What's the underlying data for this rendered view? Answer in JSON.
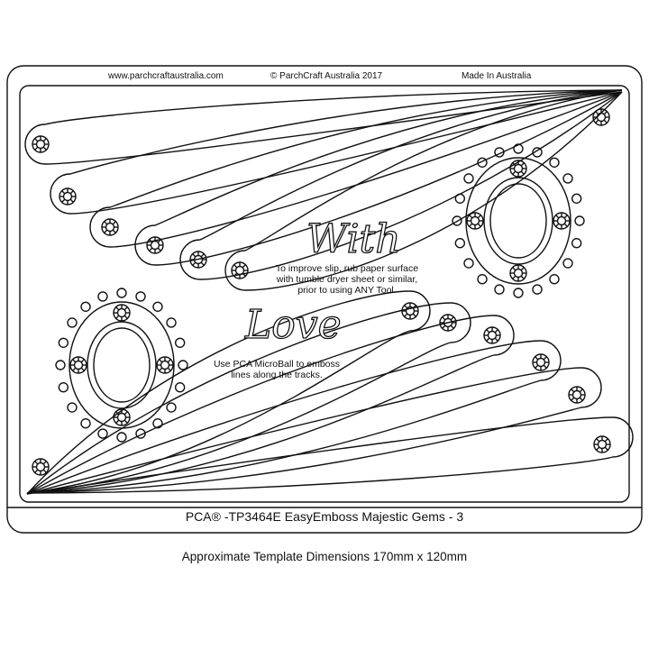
{
  "header": {
    "website": "www.parchcraftaustralia.com",
    "copyright": "© ParchCraft Australia 2017",
    "origin": "Made In Australia"
  },
  "template": {
    "word_1": "With",
    "word_2": "Love",
    "tip_slip": "To improve slip, rub paper surface with tumble dryer sheet or similar, prior to using ANY Tool.",
    "tip_emboss": "Use PCA MicroBall to emboss lines along the tracks."
  },
  "footer": {
    "product": "PCA® -TP3464E EasyEmboss Majestic Gems - 3",
    "dimensions": "Approximate Template Dimensions  170mm x 120mm"
  }
}
